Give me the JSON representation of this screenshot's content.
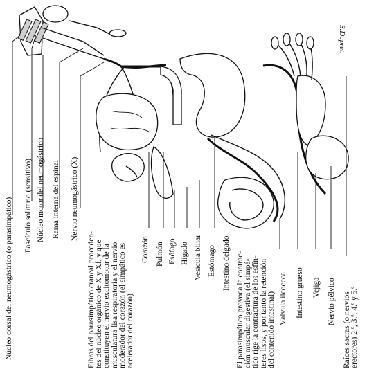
{
  "signature": "S.Dupret.",
  "labels": {
    "nucleo_dorsal": "Núcleo dorsal del neumogástrico (o parasimpático)",
    "fasciculo_solitario": "Fascículo solitario (sensitivo)",
    "nucleo_motor": "Núcleo motor del neumogástrico",
    "rama_interna": "Rama interna del espinal",
    "nervio_neumogastrico": "Nervio neumogástrico (X)",
    "fibras": "Fibras del parasimpático craneal proceden-\ntes del núcleo orgánico de X y XI, y que\nconstituyen el nervio excitomotor de la\nmusculatura lisa respiratoria y el nervio\nmoderador del corazón (el simpático es\nacelerador del corazón)",
    "corazon": "Corazón",
    "pulmon": "Pulmón",
    "esofago": "Esófago",
    "higado": "Hígado",
    "vesicula": "Vesícula biliar",
    "estomago": "Estómago",
    "intestino_delgado": "Intestino delgado",
    "parasimpatico": "El parasimpático provoca la contrac-\nción muscular digestiva (el simpá-\ntico rige la contractura de los esfín-\nteres lisos, y por tanto la retención\ndel contenido intestinal)",
    "valvula": "Válvula ileocecal",
    "intestino_grueso": "Intestino grueso",
    "vejiga": "Vejiga",
    "nervio_pelvico": "Nervio pélvico",
    "raices": "Raíces sacras (o nervios\nerectores) 2.ª, 3.ª, 4.ª y 5.ª"
  }
}
